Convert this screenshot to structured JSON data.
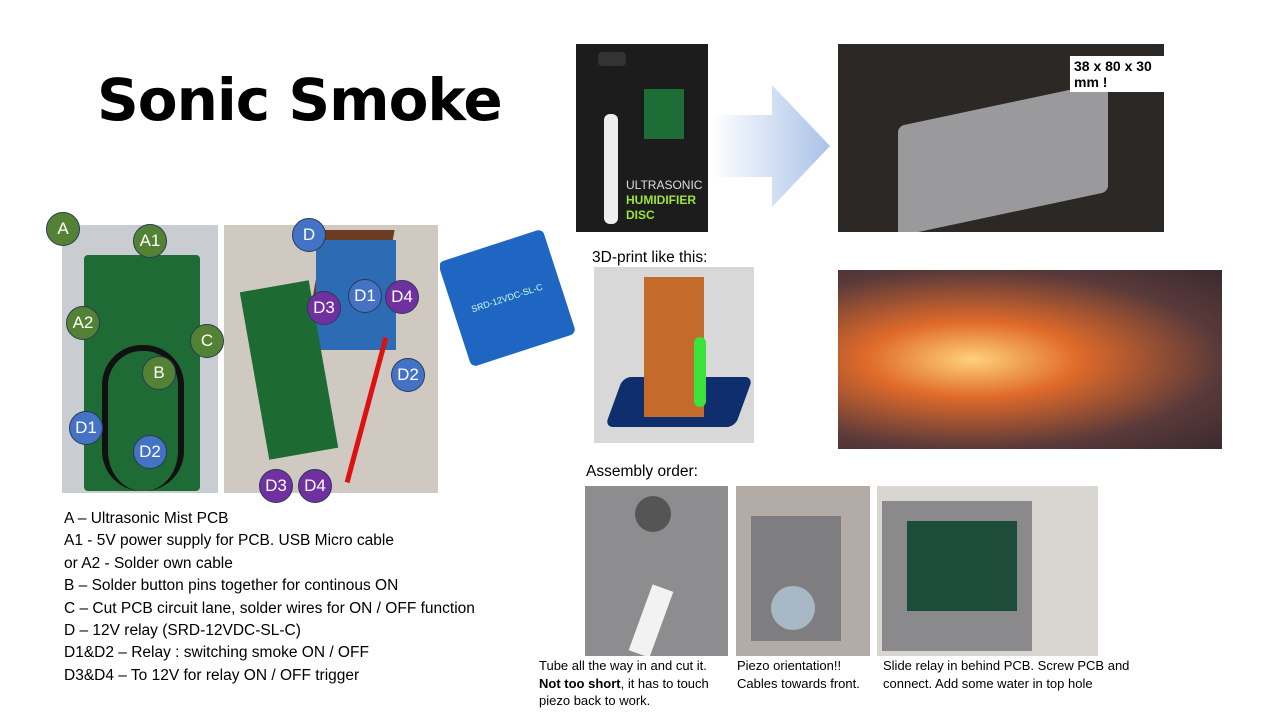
{
  "title": "Sonic Smoke",
  "dimensions_note": "38 x 80 x 30 mm !",
  "print_heading": "3D-print like this:",
  "assembly_heading": "Assembly order:",
  "humidifier_label": [
    "ULTRASONIC",
    "HUMIDIFIER",
    "DISC"
  ],
  "relay_markings": "SRD-12VDC-SL-C",
  "pcb_labels": {
    "A": "A",
    "A1": "A1",
    "A2": "A2",
    "B": "B",
    "C": "C",
    "D1": "D1",
    "D2": "D2"
  },
  "relay_labels": {
    "D": "D",
    "D1": "D1",
    "D2": "D2",
    "D3": "D3",
    "D4": "D4"
  },
  "legend": [
    "A – Ultrasonic Mist PCB",
    "A1 - 5V power supply for PCB. USB Micro cable",
    "or A2 - Solder own cable",
    "B – Solder button pins together for continous ON",
    "C – Cut PCB circuit lane, solder wires for ON / OFF function",
    "D – 12V relay (SRD-12VDC-SL-C)",
    "D1&D2 – Relay : switching smoke ON / OFF",
    "D3&D4 – To 12V for relay ON / OFF trigger"
  ],
  "captions": {
    "step1_line1": "Tube all the way in and cut it.",
    "step1_bold": "Not too short",
    "step1_rest": ", it has to touch",
    "step1_line3": "piezo back to work.",
    "step2_line1": "Piezo orientation!!",
    "step2_line2": "Cables towards front.",
    "step3_line1": "Slide relay in behind PCB. Screw PCB and",
    "step3_line2": "connect. Add some water in top hole"
  }
}
